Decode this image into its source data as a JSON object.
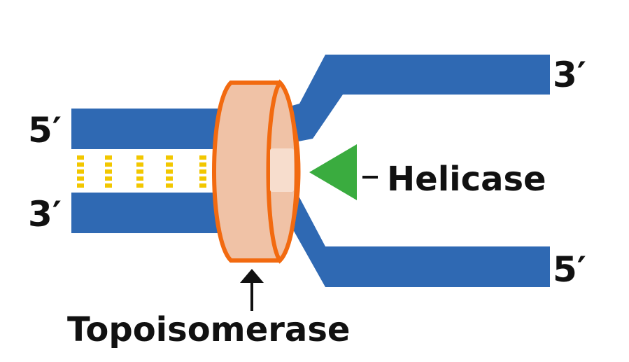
{
  "diagram": {
    "strand_labels": {
      "left_top": "5′",
      "left_bottom": "3′",
      "right_top": "3′",
      "right_bottom": "5′"
    },
    "enzymes": {
      "helicase": "Helicase",
      "topoisomerase": "Topoisomerase"
    },
    "colors": {
      "strand": "#2f69b3",
      "hydrogen_bond": "#f2c700",
      "topoisomerase_fill": "#f0c2a6",
      "topoisomerase_outline": "#f26a10",
      "helicase": "#3aac3f",
      "text": "#111111"
    }
  }
}
